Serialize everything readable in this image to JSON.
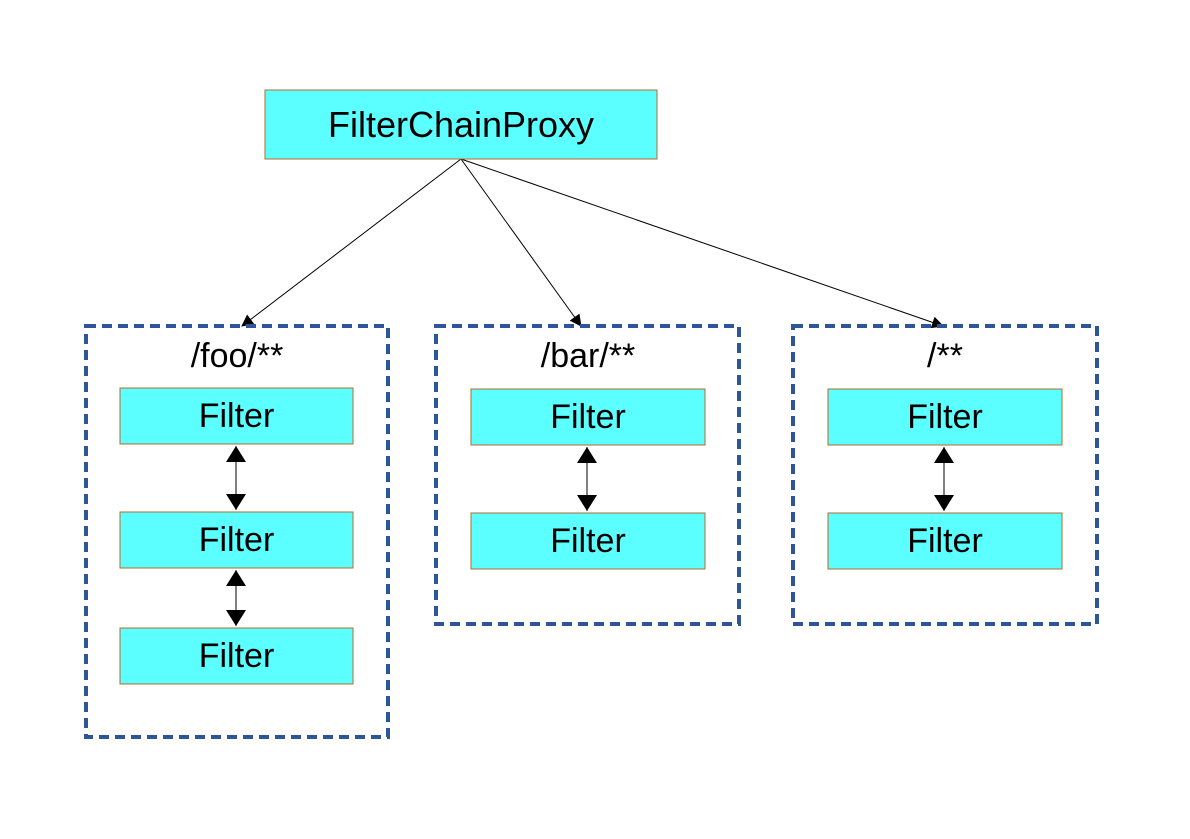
{
  "colors": {
    "background": "#ffffff",
    "node_fill": "#5bffff",
    "node_stroke": "#b36b2e",
    "group_border": "#2e5597",
    "connector": "#000000",
    "text": "#000000"
  },
  "root": {
    "label": "FilterChainProxy"
  },
  "chains": [
    {
      "pattern": "/foo/**",
      "filters": [
        "Filter",
        "Filter",
        "Filter"
      ]
    },
    {
      "pattern": "/bar/**",
      "filters": [
        "Filter",
        "Filter"
      ]
    },
    {
      "pattern": "/**",
      "filters": [
        "Filter",
        "Filter"
      ]
    }
  ]
}
